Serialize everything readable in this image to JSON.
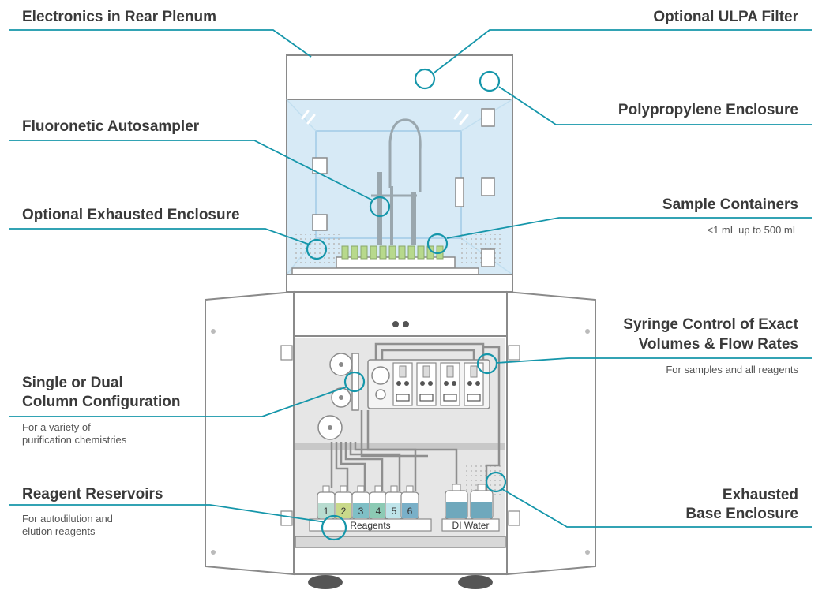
{
  "colors": {
    "accent": "#1596aa",
    "outline": "#8a8a8a",
    "glass": "#d7eaf6",
    "panel": "#e6e6e6"
  },
  "labels": {
    "electronics": "Electronics in Rear Plenum",
    "ulpa": "Optional ULPA Filter",
    "polypropylene": "Polypropylene Enclosure",
    "autosampler": "Fluoronetic Autosampler",
    "sample_containers": "Sample Containers",
    "sample_containers_sub": "<1 mL up to 500 mL",
    "exhausted_enclosure": "Optional Exhausted Enclosure",
    "syringe_line1": "Syringe Control of Exact",
    "syringe_line2": "Volumes & Flow Rates",
    "syringe_sub": "For samples and all reagents",
    "column_line1": "Single or Dual",
    "column_line2": "Column Configuration",
    "column_sub1": "For a variety of",
    "column_sub2": "purification chemistries",
    "reagent_reservoirs": "Reagent Reservoirs",
    "reagent_sub1": "For autodilution and",
    "reagent_sub2": "elution reagents",
    "base_line1": "Exhausted",
    "base_line2": "Base Enclosure"
  },
  "bottles": {
    "numbers": [
      "1",
      "2",
      "3",
      "4",
      "5",
      "6"
    ],
    "reagents_label": "Reagents",
    "di_water_label": "DI Water"
  }
}
